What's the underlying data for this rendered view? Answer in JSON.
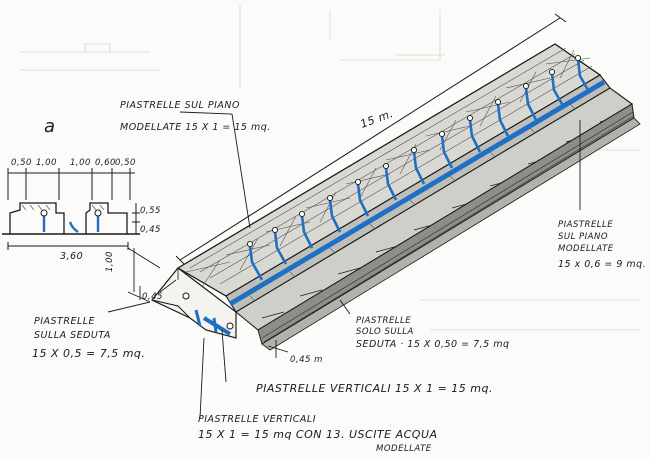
{
  "sketch_mark": "a",
  "labels": {
    "plan_tiles_l1": "PIASTRELLE SUL PIANO",
    "plan_tiles_l2": "MODELLATE  15 X 1 = 15 mq.",
    "length": "15 m.",
    "right_l1": "PIASTRELLE",
    "right_l2": "SUL PIANO",
    "right_l3": "MODELLATE",
    "right_l4": "15 x 0,6 = 9 mq.",
    "seat_l1": "PIASTRELLE",
    "seat_l2": "SULLA SEDUTA",
    "seat_l3": "15 X 0,5 = 7,5 mq.",
    "seatonly_l1": "PIASTRELLE",
    "seatonly_l2": "SOLO SULLA",
    "seatonly_l3": "SEDUTA · 15 X 0,50 = 7,5 mq",
    "vert1": "PIASTRELLE VERTICALI  15 X 1 = 15 mq.",
    "vert2_l1": "PIASTRELLE VERTICALI",
    "vert2_l2": "15 X 1 = 15 mq CON 13. USCITE ACQUA",
    "vert2_l3": "MODELLATE"
  },
  "section_dims": {
    "top": [
      "0,50",
      "1,00",
      "1,00",
      "0,60",
      "0,50"
    ],
    "h1": "0,55",
    "h2": "0,45",
    "width": "3,60"
  },
  "iso_dims": {
    "height": "1,00",
    "seat": "0,45",
    "base": "0,45 m"
  },
  "colors": {
    "ink": "#1b1b1b",
    "water": "#1f6fc4",
    "paper": "#fbfbf9"
  }
}
